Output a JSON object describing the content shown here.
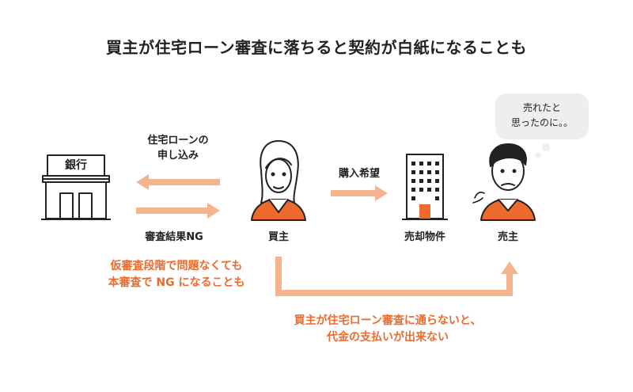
{
  "title": "買主が住宅ローン審査に落ちると契約が白紙になることも",
  "colors": {
    "accent": "#ee6a2c",
    "arrow": "#f5b48e",
    "text": "#222222",
    "bubble": "#eeeeee"
  },
  "bank": {
    "sign": "銀行"
  },
  "labels": {
    "loan_application": [
      "住宅ローンの",
      "申し込み"
    ],
    "screening_result": "審査結果NG",
    "buyer": "買主",
    "purchase_wish": "購入希望",
    "property": "売却物件",
    "seller": "売主"
  },
  "bubble": [
    "売れたと",
    "思ったのに。。"
  ],
  "notes": {
    "provisional": [
      "仮審査段階で問題なくても",
      "本審査で NG になることも"
    ],
    "consequence": [
      "買主が住宅ローン審査に通らないと、",
      "代金の支払いが出来ない"
    ]
  }
}
